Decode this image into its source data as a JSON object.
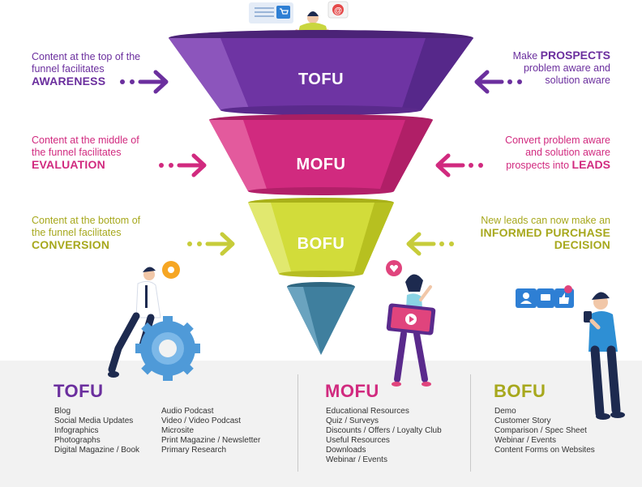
{
  "colors": {
    "tofu": "#6b2f9e",
    "mofu": "#d12a7f",
    "bofu": "#a7a81d",
    "cone": "#3f7f9e",
    "band": "#f2f2f2"
  },
  "funnel": {
    "tofu": "TOFU",
    "mofu": "MOFU",
    "bofu": "BOFU"
  },
  "left": {
    "tofu": {
      "text": "Content at the top of the funnel facilitates",
      "highlight": "AWARENESS"
    },
    "mofu": {
      "text": "Content at the middle of the funnel facilitates",
      "highlight": "EVALUATION"
    },
    "bofu": {
      "text": "Content at the bottom of the funnel facilitates",
      "highlight": "CONVERSION"
    }
  },
  "right": {
    "tofu": {
      "pre": "Make",
      "highlight": "PROSPECTS",
      "post": "problem aware and solution aware"
    },
    "mofu": {
      "pre": "Convert problem aware and solution aware prospects into",
      "highlight": "LEADS"
    },
    "bofu": {
      "pre": "New leads can now make an",
      "highlight": "INFORMED PURCHASE DECISION"
    }
  },
  "columns": {
    "tofu": {
      "title": "TOFU",
      "list1": [
        "Blog",
        "Social Media Updates",
        "Infographics",
        "Photographs",
        "Digital Magazine / Book"
      ],
      "list2": [
        "Audio Podcast",
        "Video / Video Podcast",
        "Microsite",
        "Print Magazine / Newsletter",
        "Primary Research"
      ]
    },
    "mofu": {
      "title": "MOFU",
      "list": [
        "Educational Resources",
        "Quiz / Surveys",
        "Discounts / Offers / Loyalty Club",
        "Useful Resources",
        "Downloads",
        "Webinar / Events"
      ]
    },
    "bofu": {
      "title": "BOFU",
      "list": [
        "Demo",
        "Customer Story",
        "Comparison / Spec Sheet",
        "Webinar / Events",
        "Content Forms on Websites"
      ]
    }
  },
  "icons": [
    "cart-icon",
    "at-sign-icon",
    "gear-icon",
    "heart-icon",
    "play-icon",
    "like-icon",
    "user-icon",
    "chat-icon"
  ]
}
